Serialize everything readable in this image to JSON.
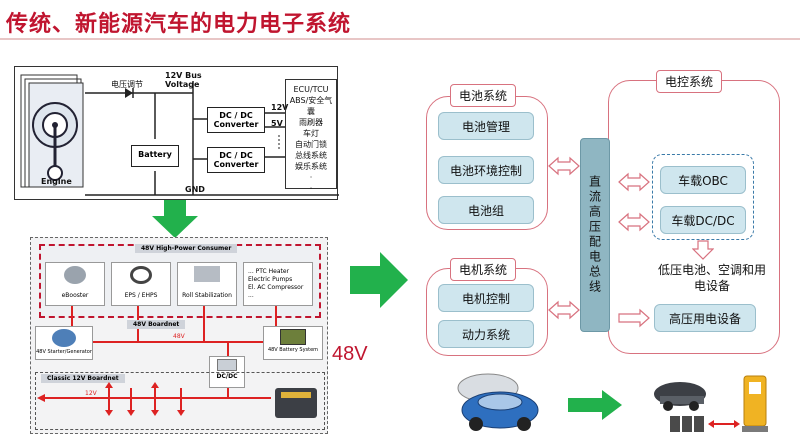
{
  "title": "传统、新能源汽车的电力电子系统",
  "schematic": {
    "voltage_reg": "电压调节",
    "bus_label": "12V Bus",
    "bus_label2": "Voltage",
    "engine": "Engine",
    "battery": "Battery",
    "dcdc1_a": "DC / DC",
    "dcdc1_b": "Converter",
    "dcdc2_a": "DC / DC",
    "dcdc2_b": "Converter",
    "v12": "12V",
    "v5": "5V",
    "gnd": "GND",
    "loads": [
      "ECU/TCU",
      "ABS/安全气囊",
      "雨刷器",
      "车灯",
      "自动门锁",
      "总线系统",
      "娱乐系统",
      "·",
      "·"
    ]
  },
  "diagram48": {
    "header": "48V High-Power Consumer",
    "items": [
      "eBooster",
      "EPS / EHPS",
      "Roll Stabilization",
      "... PTC Heater\nElectric Pumps\nEl. AC Compressor ..."
    ],
    "boardnet48": "48V Boardnet",
    "line48": "48V",
    "starter": "48V Starter/Generator",
    "battery48": "48V Battery System",
    "dcdc": "DC/DC",
    "boardnet12": "Classic 12V Boardnet",
    "line12": "12V"
  },
  "label_48v": "48V",
  "right": {
    "battery_system": "电池系统",
    "battery_items": [
      "电池管理",
      "电池环境控制",
      "电池组"
    ],
    "motor_system": "电机系统",
    "motor_items": [
      "电机控制",
      "动力系统"
    ],
    "control_system": "电控系统",
    "bus": "直流高压配电总线",
    "obc": "车载OBC",
    "dcdc": "车载DC/DC",
    "low_voltage": "低压电池、空调和用电设备",
    "high_voltage": "高压用电设备"
  },
  "colors": {
    "accent": "#c0152f",
    "arrow_green": "#22b14c",
    "box_blue": "#cfe6ee",
    "bus_blue": "#8fb6c2",
    "outline_red": "#d8727f"
  }
}
